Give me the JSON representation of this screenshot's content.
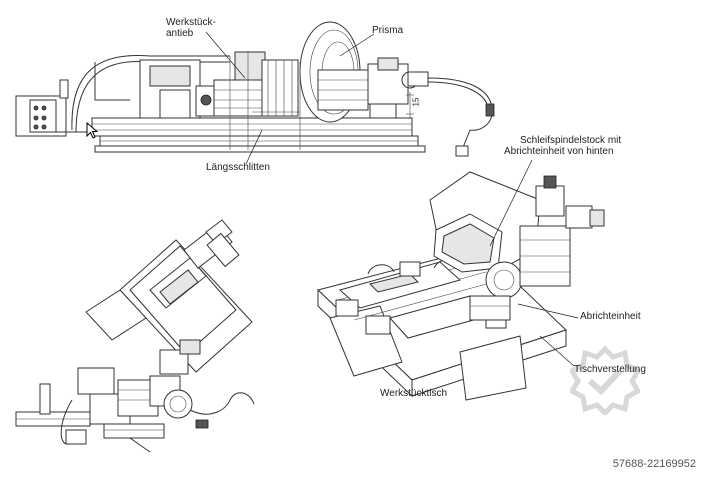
{
  "labels": {
    "werkstueckantrieb_line1": "Werkstück-",
    "werkstueckantrieb_line2": "antieb",
    "prisma": "Prisma",
    "laengsschlitten": "Längsschlitten",
    "schleifspindelstock_line1": "Schleifspindelstock mit",
    "schleifspindelstock_line2": "Abrichteinheit von hinten",
    "abrichteinheit": "Abrichteinheit",
    "tischverstellung": "Tischverstellung",
    "werkstuecktisch": "Werkstücktisch",
    "dimension_mark": "15"
  },
  "reference_number": "57688-22169952",
  "colors": {
    "line": "#333333",
    "watermark": "#d8d8d8",
    "background": "#ffffff"
  },
  "icons": {
    "cursor": "mouse-pointer-icon",
    "watermark": "gear-check-watermark-icon"
  }
}
